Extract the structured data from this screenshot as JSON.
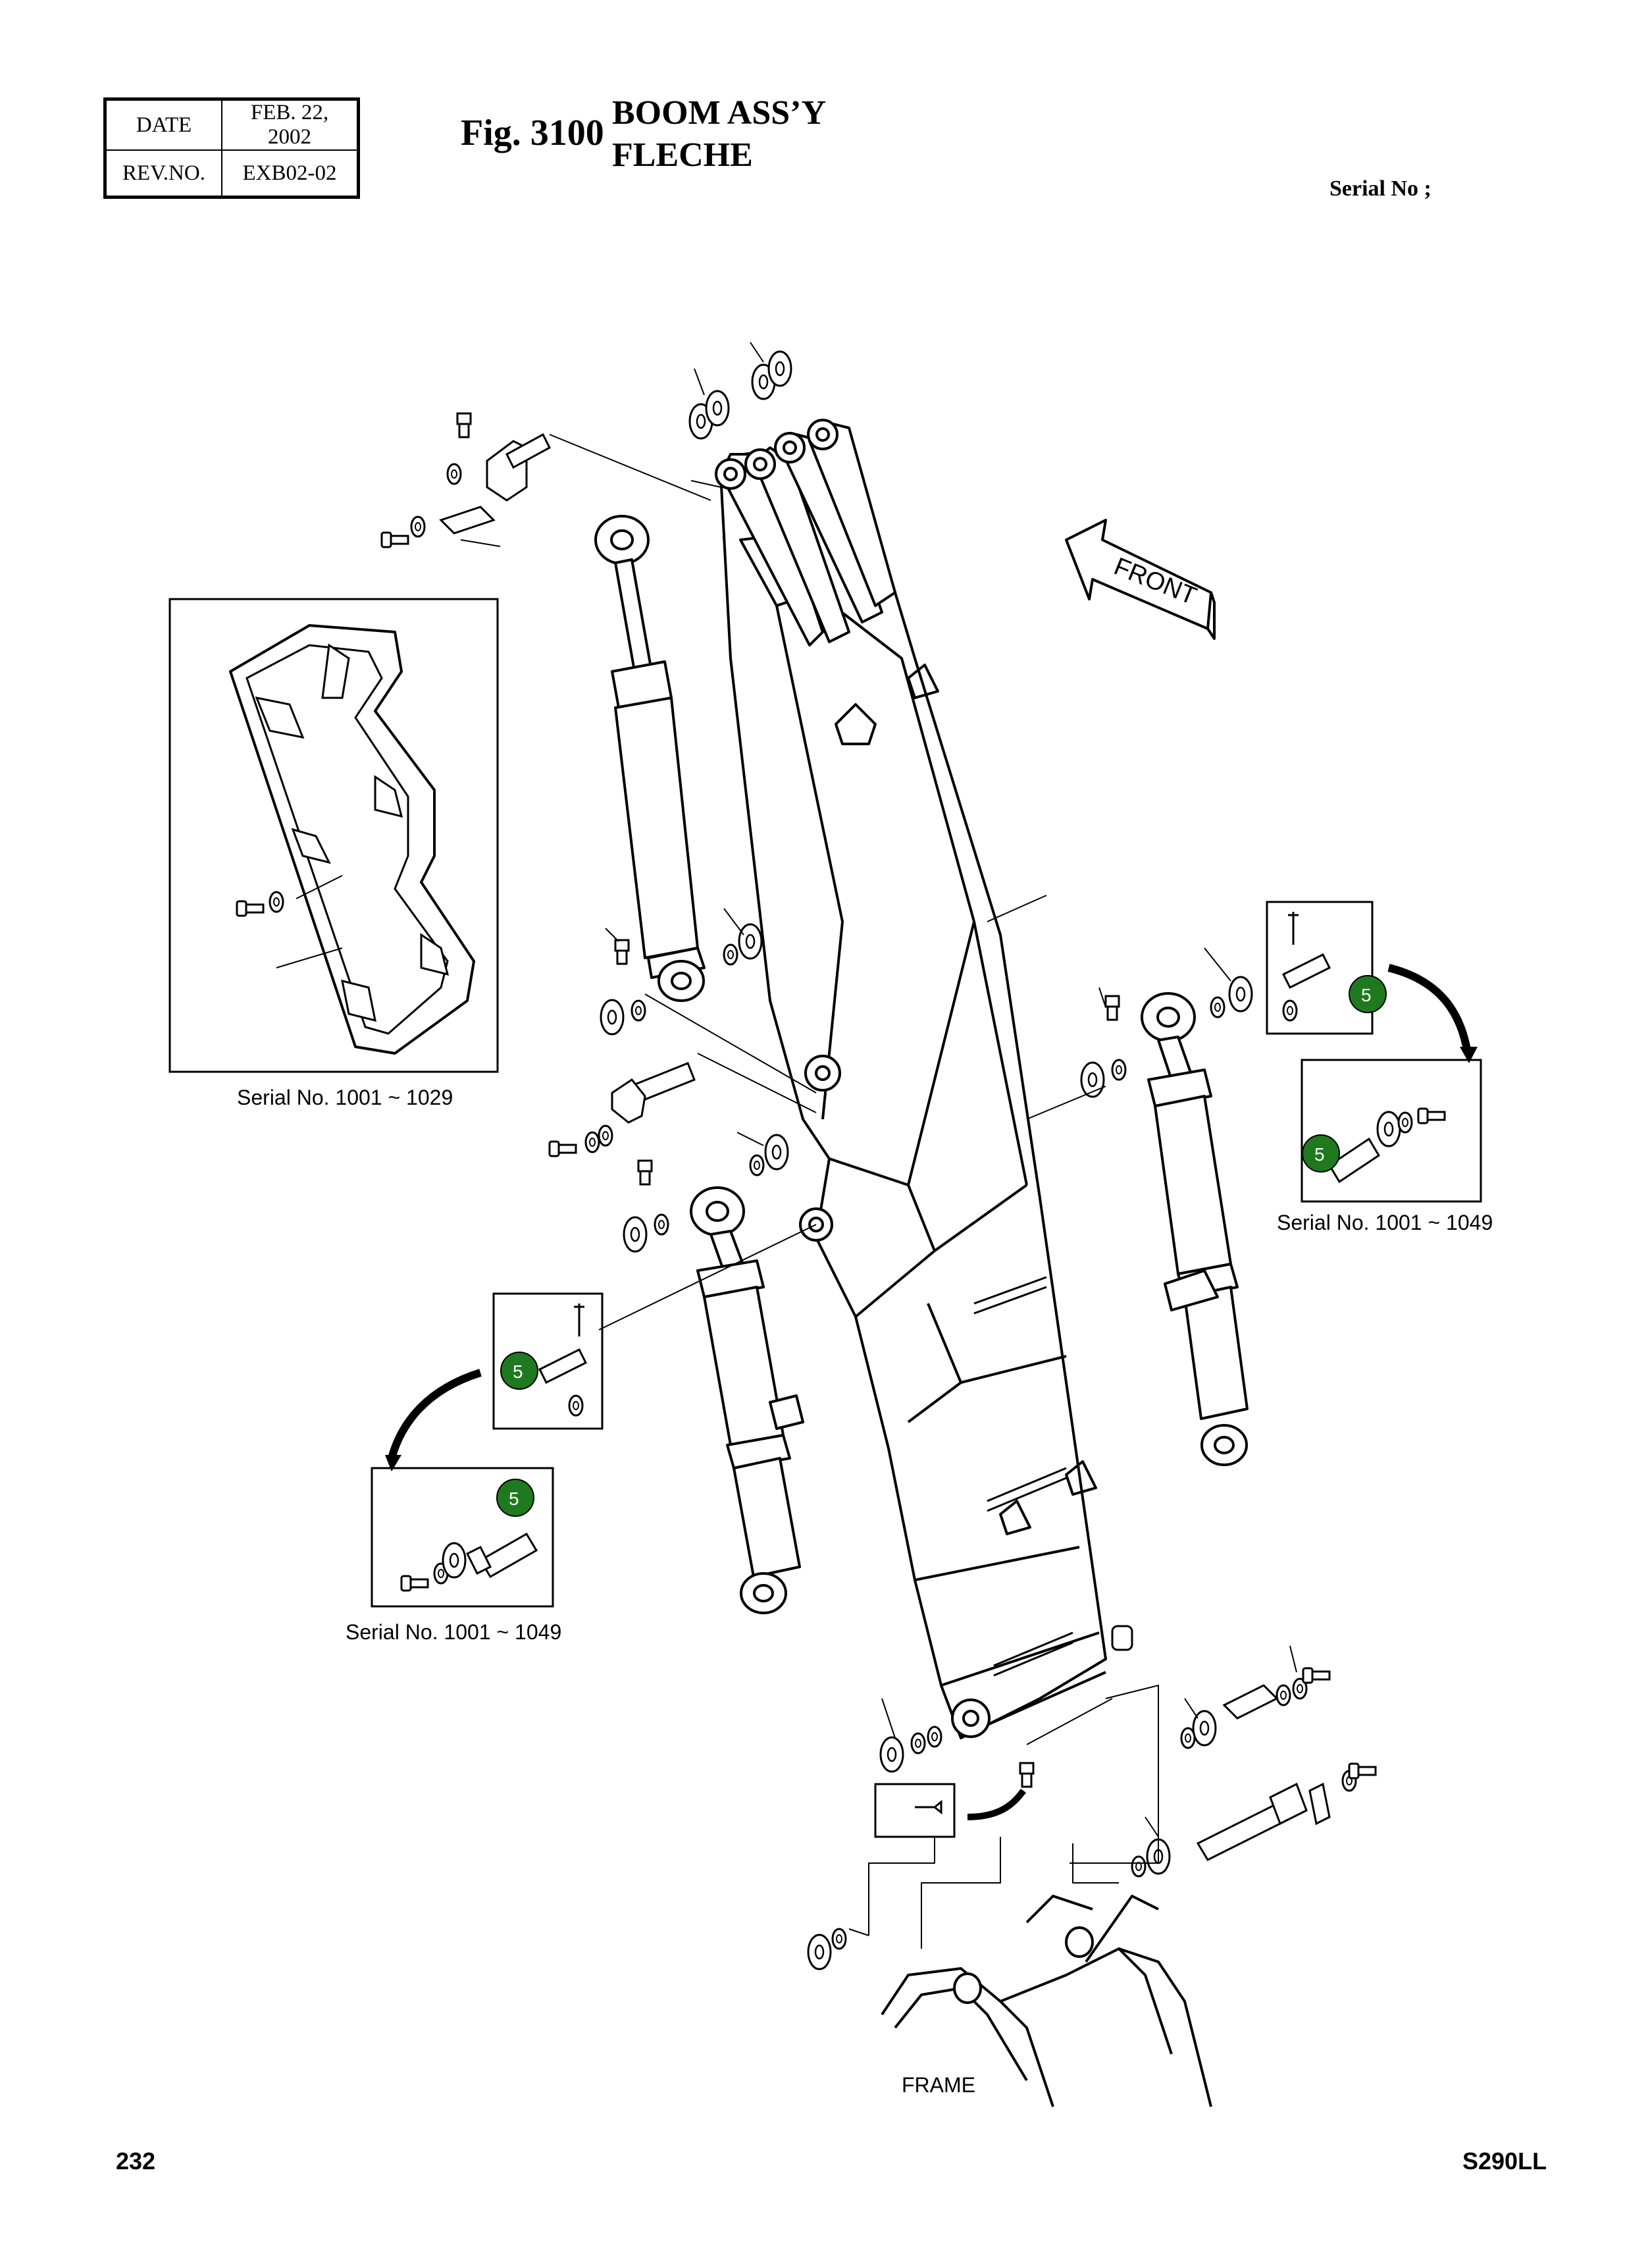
{
  "header": {
    "date_label": "DATE",
    "date_value": "FEB. 22, 2002",
    "rev_label": "REV.NO.",
    "rev_value": "EXB02-02"
  },
  "figure": {
    "number": "Fig. 3100",
    "title_en": "BOOM ASS’Y",
    "title_fr": "FLECHE"
  },
  "serial_label": "Serial No ;",
  "diagram": {
    "front_label": "FRONT",
    "inset_left_caption": "Serial No. 1001 ~ 1029",
    "inset_right_caption": "Serial No. 1001 ~ 1049",
    "inset_bottom_left_caption": "Serial No. 1001 ~ 1049",
    "frame_label": "FRAME",
    "callout_number": "5",
    "callout_color": "#1f7a1f"
  },
  "footer": {
    "page_number": "232",
    "model": "S290LL"
  }
}
